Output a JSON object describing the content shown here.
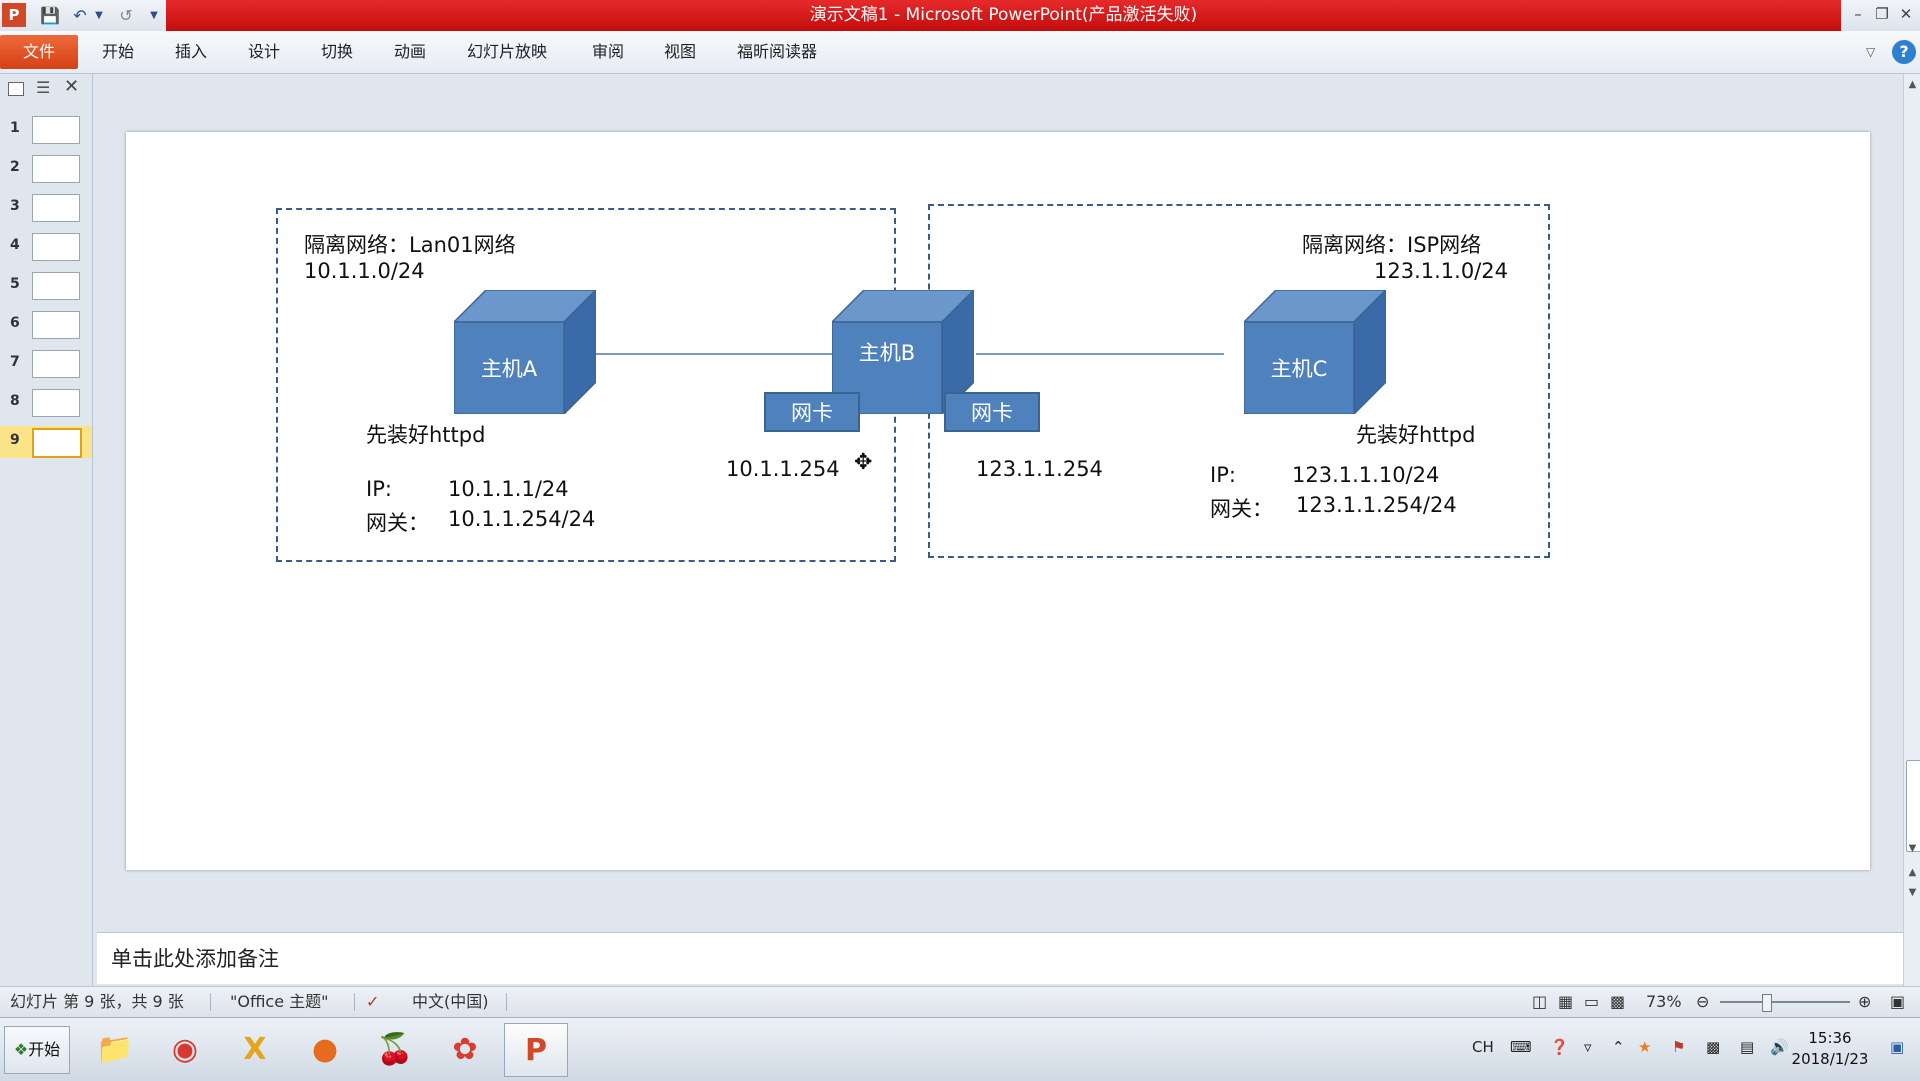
{
  "window": {
    "title": "演示文稿1 - Microsoft PowerPoint(产品激活失败)",
    "app_icon_letter": "P"
  },
  "menu": {
    "file": "文件",
    "items": [
      "开始",
      "插入",
      "设计",
      "切换",
      "动画",
      "幻灯片放映",
      "审阅",
      "视图",
      "福昕阅读器"
    ]
  },
  "thumbnails": {
    "numbers": [
      "1",
      "2",
      "3",
      "4",
      "5",
      "6",
      "7",
      "8",
      "9"
    ],
    "selected": "9"
  },
  "slide": {
    "left_zone": {
      "title": "隔离网络：Lan01网络",
      "subnet": "10.1.1.0/24"
    },
    "right_zone": {
      "title": "隔离网络：ISP网络",
      "subnet": "123.1.1.0/24"
    },
    "host_a": {
      "label": "主机A",
      "note": "先装好httpd",
      "ip_label": "IP:",
      "ip_value": "10.1.1.1/24",
      "gw_label": "网关：",
      "gw_value": "10.1.1.254/24"
    },
    "host_b": {
      "label": "主机B",
      "nic_left": "网卡",
      "nic_right": "网卡",
      "ip_left": "10.1.1.254",
      "ip_right": "123.1.1.254"
    },
    "host_c": {
      "label": "主机C",
      "note": "先装好httpd",
      "ip_label": "IP:",
      "ip_value": "123.1.1.10/24",
      "gw_label": "网关：",
      "gw_value": "123.1.1.254/24"
    }
  },
  "notes": {
    "placeholder": "单击此处添加备注"
  },
  "status": {
    "slide_info": "幻灯片 第 9 张，共 9 张",
    "theme": "\"Office 主题\"",
    "language": "中文(中国)",
    "zoom": "73%"
  },
  "taskbar": {
    "start": "开始",
    "input_lang": "CH",
    "time": "15:36",
    "date": "2018/1/23"
  },
  "colors": {
    "title_bar": "#d01515",
    "file_tab": "#e35224",
    "cube_front": "#4f81bd",
    "zone_border": "#3a5a88"
  }
}
